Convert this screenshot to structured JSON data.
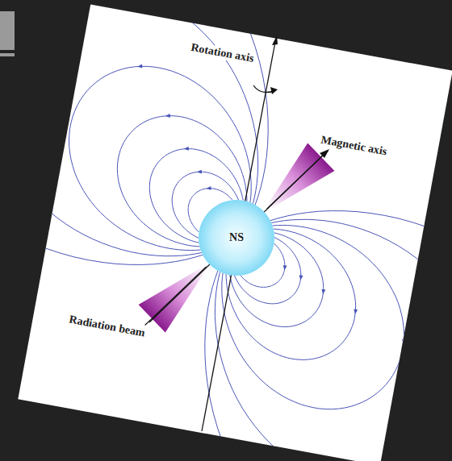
{
  "diagram": {
    "nodes": [
      {
        "text": [
          "NS"
        ]
      }
    ],
    "labels": [
      "Rotation axis",
      "Magnetic axis",
      "Radiation beam"
    ]
  }
}
